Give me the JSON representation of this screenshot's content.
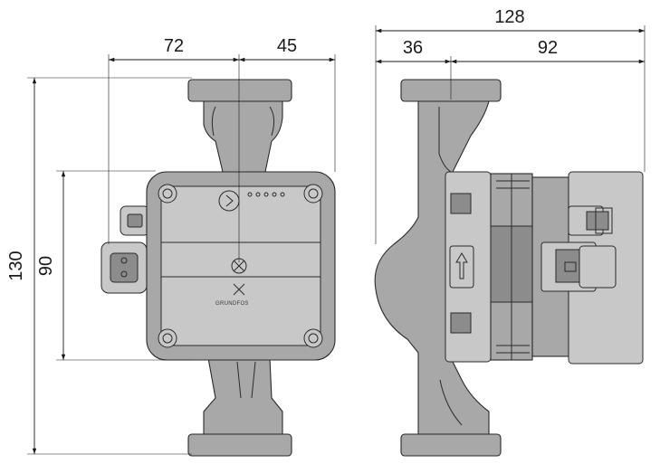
{
  "dimensions": {
    "front_view": {
      "overall_height": "130",
      "housing_height": "90",
      "left_width": "72",
      "right_width": "45"
    },
    "side_view": {
      "overall_depth": "128",
      "inlet_offset": "36",
      "motor_depth": "92"
    }
  },
  "brand": {
    "logo_text": "GRUNDFOS"
  },
  "colors": {
    "line": "#1a1a1a",
    "body": "#a8a8a8",
    "housing_light": "#c8c8c8",
    "background": "#ffffff"
  }
}
